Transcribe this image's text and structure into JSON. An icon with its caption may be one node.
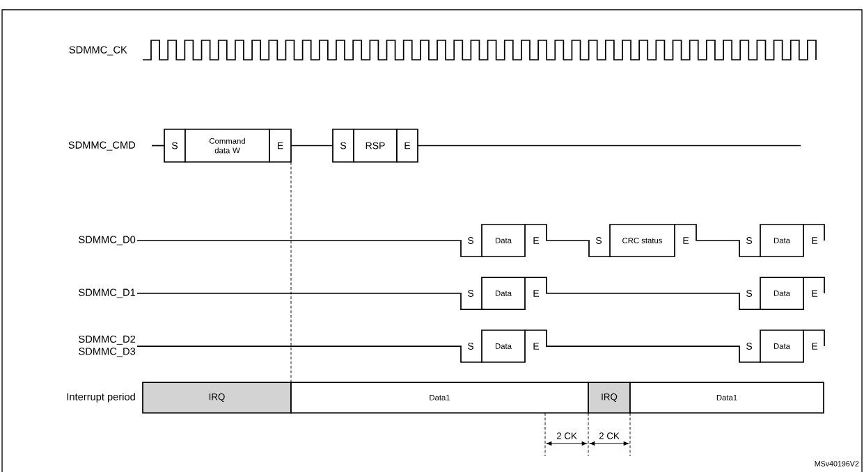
{
  "diagram": {
    "nodes": [
      {
        "text": [
          "S"
        ]
      },
      {
        "text": [
          "Command data W"
        ]
      },
      {
        "text": [
          "E"
        ]
      },
      {
        "text": [
          "S"
        ]
      },
      {
        "text": [
          "RSP"
        ]
      },
      {
        "text": [
          "E"
        ]
      },
      {
        "text": [
          "Data"
        ],
        "beside": [
          "S",
          "E"
        ]
      },
      {
        "text": [
          "CRC status"
        ],
        "beside": [
          "S",
          "E"
        ]
      },
      {
        "text": [
          "Data"
        ],
        "beside": [
          "S",
          "E"
        ]
      },
      {
        "text": [
          "Data"
        ],
        "beside": [
          "S",
          "E"
        ]
      },
      {
        "text": [
          "Data"
        ],
        "beside": [
          "S",
          "E"
        ]
      },
      {
        "text": [
          "Data"
        ],
        "beside": [
          "S",
          "E"
        ]
      },
      {
        "text": [
          "Data"
        ],
        "beside": [
          "S",
          "E"
        ]
      },
      {
        "text": [
          "IRQ"
        ]
      },
      {
        "text": [
          "Data1"
        ]
      },
      {
        "text": [
          "IRQ"
        ]
      },
      {
        "text": [
          "Data1"
        ]
      },
      {
        "text": [
          "SDMMC_D0"
        ]
      },
      {
        "text": [
          "SDMMC_D1"
        ]
      },
      {
        "text": [
          "SDMMC_D2",
          "SDMMC_D3"
        ]
      }
    ],
    "edges": [
      {
        "from": null,
        "to": 0,
        "arrow": "none"
      },
      {
        "from": 2,
        "to": 3,
        "arrow": "none"
      },
      {
        "from": 5,
        "to": null,
        "arrow": "none"
      },
      {
        "from": 2,
        "to": 13,
        "arrow": "none",
        "style": "dashed"
      },
      {
        "from": 17,
        "to": 6,
        "arrow": "none"
      },
      {
        "from": 6,
        "to": 7,
        "arrow": "none"
      },
      {
        "from": 7,
        "to": 8,
        "arrow": "none"
      },
      {
        "from": 8,
        "to": null,
        "arrow": "none"
      },
      {
        "from": 18,
        "to": 9,
        "arrow": "none"
      },
      {
        "from": 9,
        "to": 10,
        "arrow": "none"
      },
      {
        "from": 10,
        "to": null,
        "arrow": "none"
      },
      {
        "from": 19,
        "to": 11,
        "arrow": "none"
      },
      {
        "from": 11,
        "to": 12,
        "arrow": "none"
      },
      {
        "from": 12,
        "to": null,
        "arrow": "none"
      }
    ],
    "labels": [
      "SDMMC_CK",
      "SDMMC_CMD",
      "Interrupt period",
      "2 CK",
      "2 CK",
      "MSv40196V2"
    ]
  }
}
